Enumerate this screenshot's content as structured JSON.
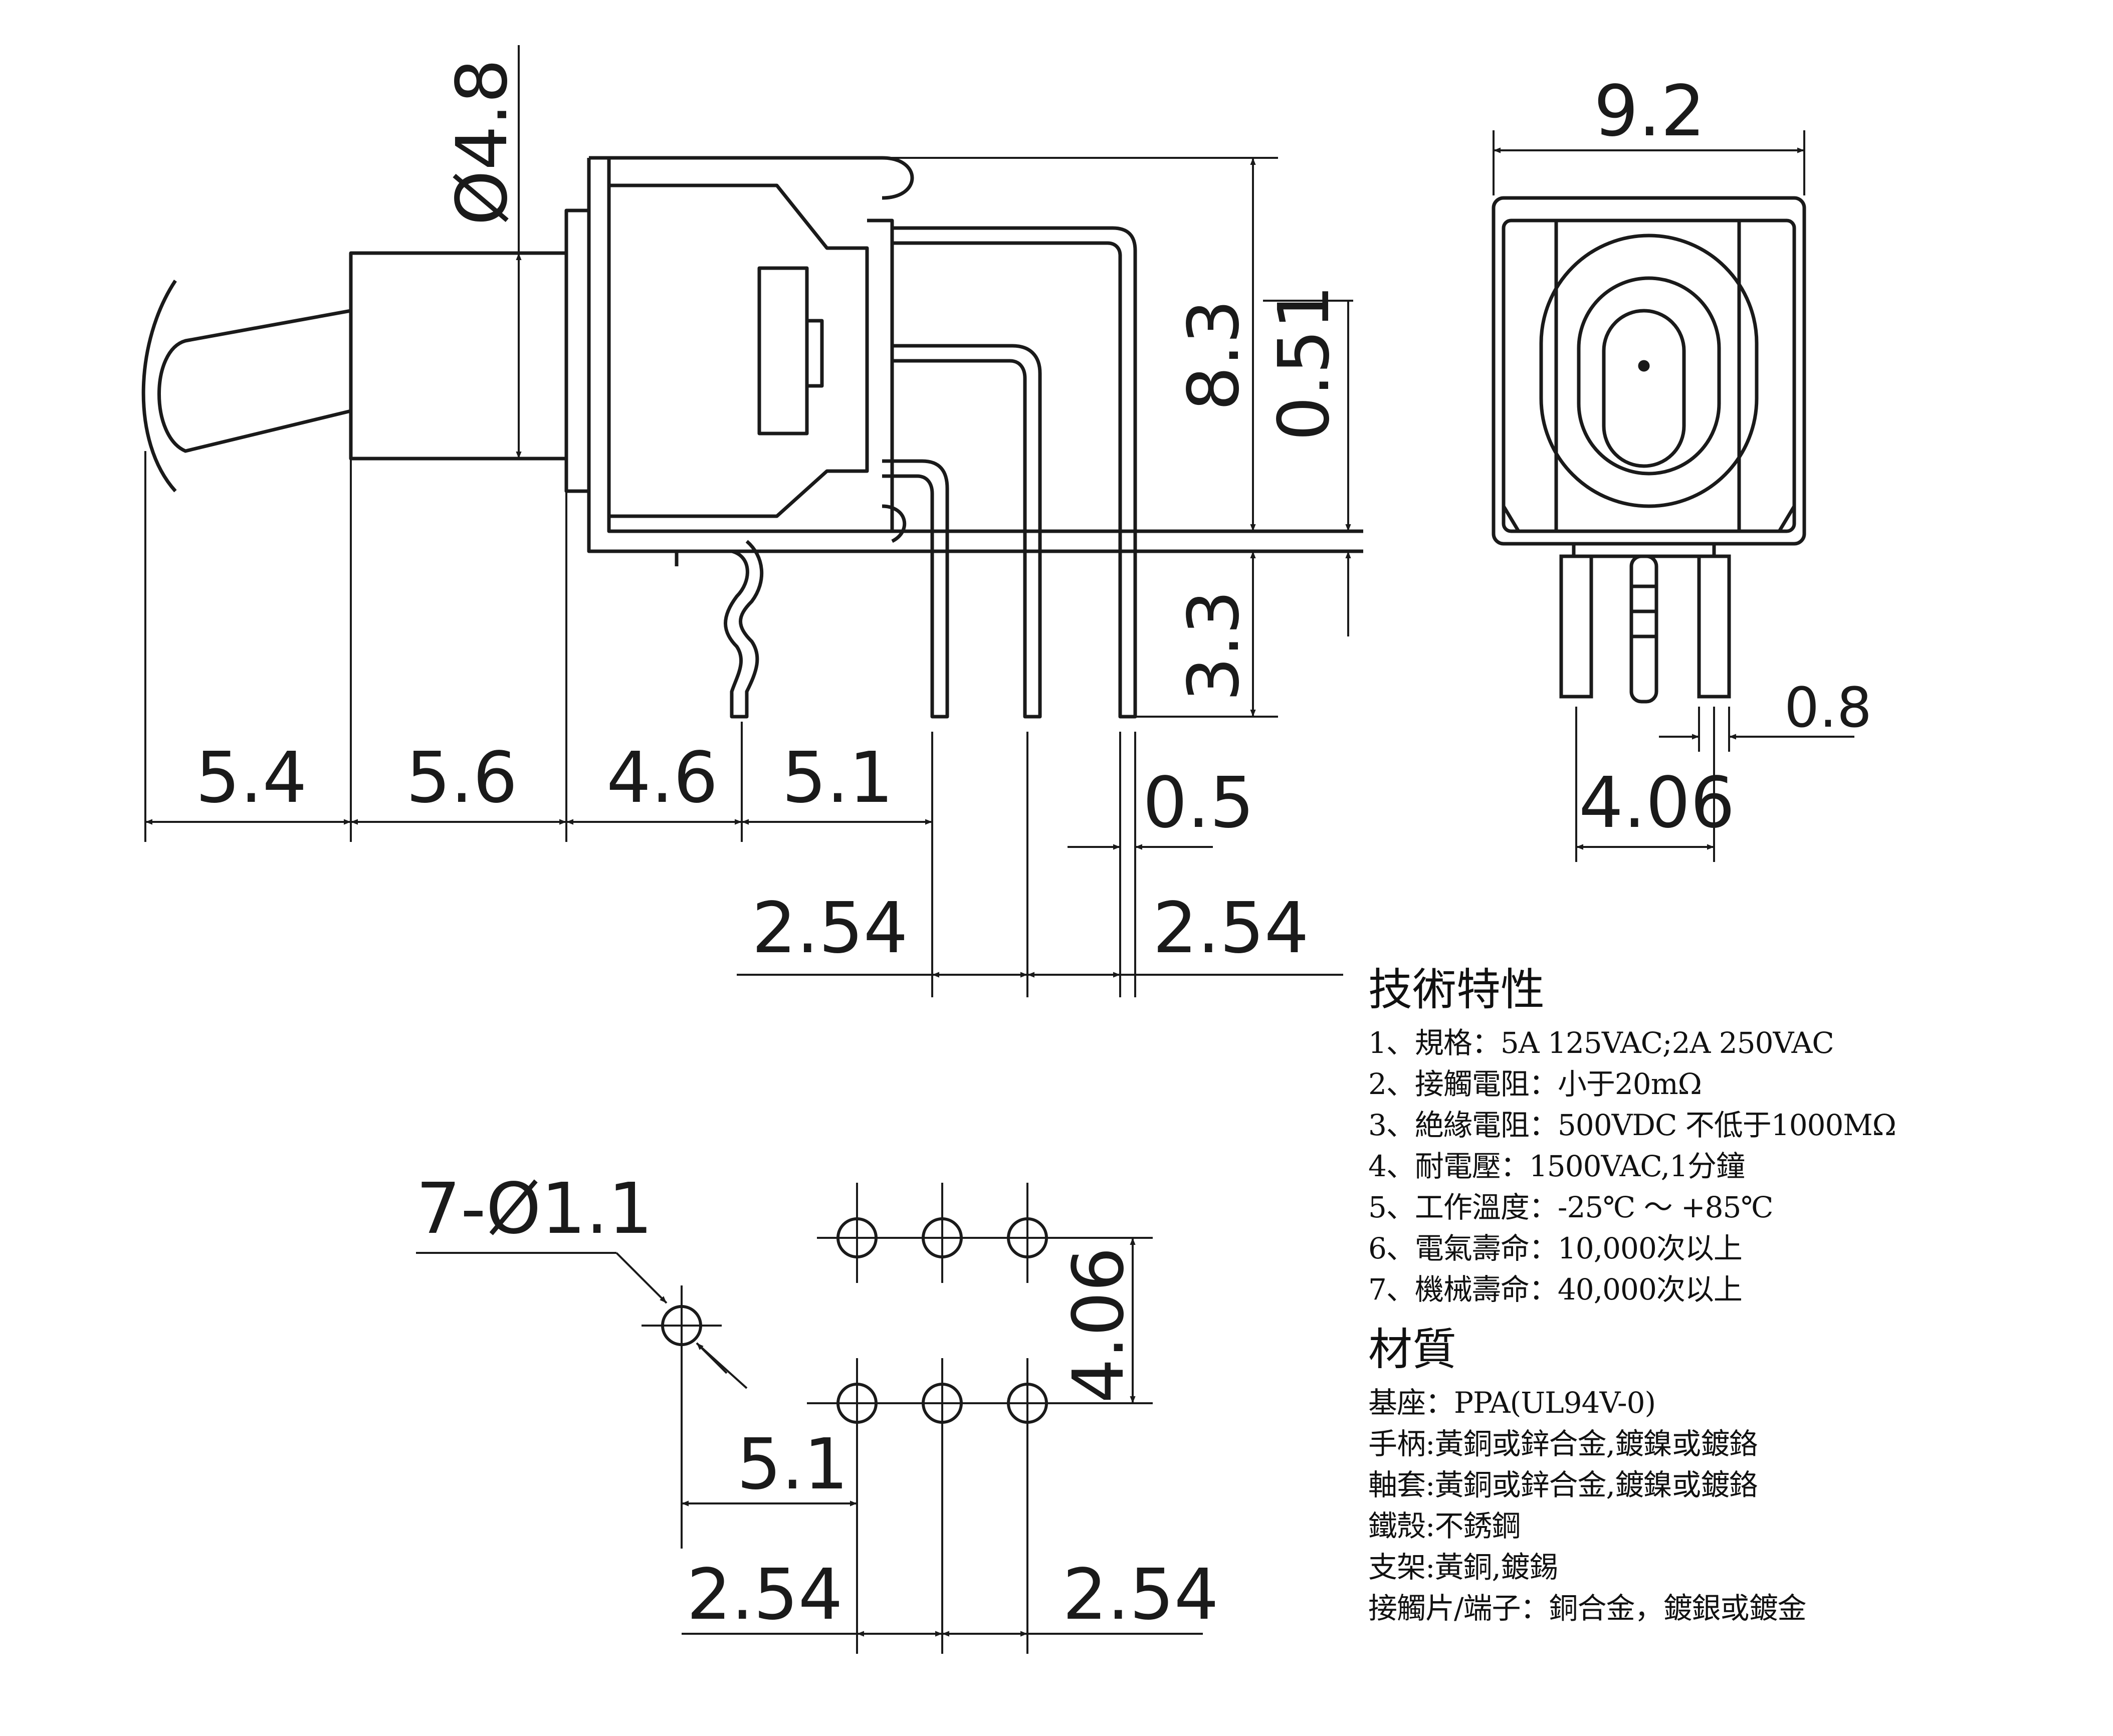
{
  "drawing": {
    "side_view": {
      "dims": {
        "shaft_diameter": "Ø4.8",
        "lever_to_bushing": "5.4",
        "bushing_length": "5.6",
        "body_to_bracket": "4.6",
        "bracket_to_pin": "5.1",
        "pin_pitch_left": "2.54",
        "pin_pitch_right": "2.54",
        "pin_width": "0.5",
        "body_height": "8.3",
        "bracket_offset": "0.51",
        "pin_length": "3.3"
      }
    },
    "front_view": {
      "dims": {
        "width": "9.2",
        "pin_spacing": "4.06",
        "pin_width": "0.8"
      }
    },
    "pcb_layout": {
      "dims": {
        "holes": "7-Ø1.1",
        "row_spacing": "4.06",
        "offset": "5.1",
        "pitch_left": "2.54",
        "pitch_right": "2.54"
      }
    }
  },
  "specs": {
    "tech_title": "技術特性",
    "tech_items": [
      "1、規格：5A 125VAC;2A 250VAC",
      "2、接觸電阻：小于20mΩ",
      "3、絶緣電阻：500VDC 不低于1000MΩ",
      "4、耐電壓：1500VAC,1分鐘",
      "5、工作溫度：-25℃ ～ +85℃",
      "6、電氣壽命：10,000次以上",
      "7、機械壽命：40,000次以上"
    ],
    "material_title": "材質",
    "material_items": [
      "基座：PPA(UL94V-0)",
      "手柄:黃銅或鋅合金,鍍鎳或鍍鉻",
      "軸套:黃銅或鋅合金,鍍鎳或鍍鉻",
      "鐵殼:不銹鋼",
      "支架:黃銅,鍍錫",
      "接觸片/端子：銅合金，鍍銀或鍍金"
    ]
  }
}
